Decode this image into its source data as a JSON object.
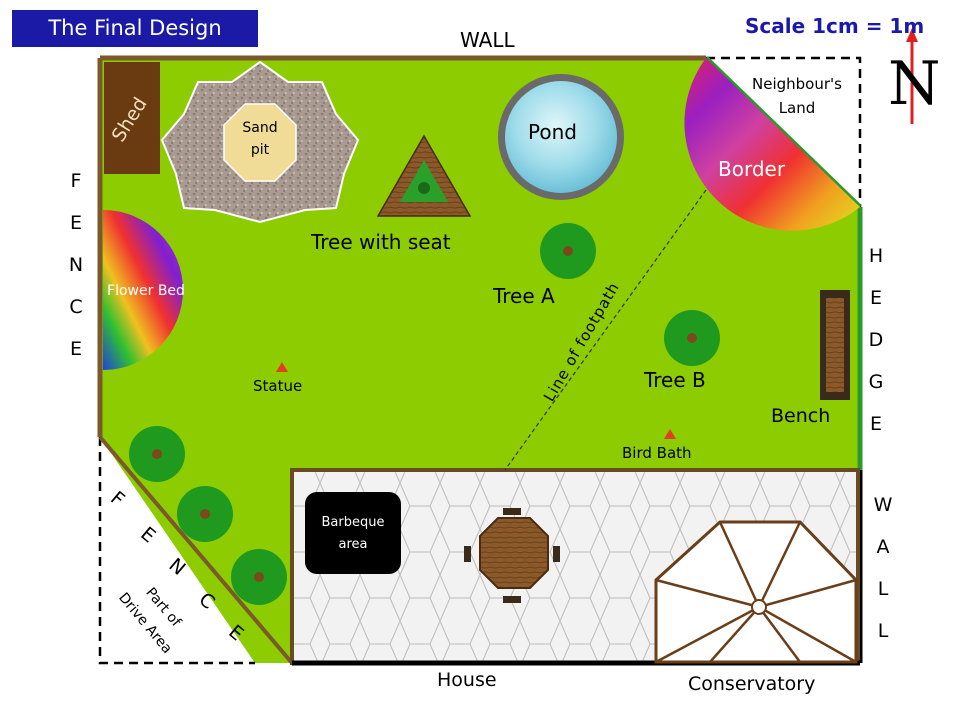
{
  "title": "The Final Design",
  "scale": "Scale 1cm = 1m",
  "north": "N",
  "labels": {
    "wall_top": "WALL",
    "neighbours_land": "Neighbour's Land",
    "shed": "Shed",
    "sand_pit": "Sand pit",
    "pond": "Pond",
    "border": "Border",
    "tree_with_seat": "Tree with seat",
    "flower_bed": "Flower Bed",
    "tree_a": "Tree A",
    "tree_b": "Tree B",
    "statue": "Statue",
    "line_of_footpath": "Line of footpath",
    "bench": "Bench",
    "bird_bath": "Bird Bath",
    "barbeque_area": "Barbeque area",
    "part_of_drive_area": "Part of Drive Area",
    "house": "House",
    "conservatory": "Conservatory"
  },
  "vertical_labels": {
    "fence_left": [
      "F",
      "E",
      "N",
      "C",
      "E"
    ],
    "hedge": [
      "H",
      "E",
      "D",
      "G",
      "E"
    ],
    "wall_right": [
      "W",
      "A",
      "L",
      "L"
    ],
    "fence_diagonal": [
      "F",
      "E",
      "N",
      "C",
      "E"
    ]
  },
  "colors": {
    "lawn": "#8dcc00",
    "title_bg": "#1a1aa6",
    "wall": "#7a5a2a",
    "hedge": "#2a9a2a",
    "tree": "#1f9a1f",
    "tree_center": "#7a4a1a",
    "north_arrow": "#e02020"
  }
}
